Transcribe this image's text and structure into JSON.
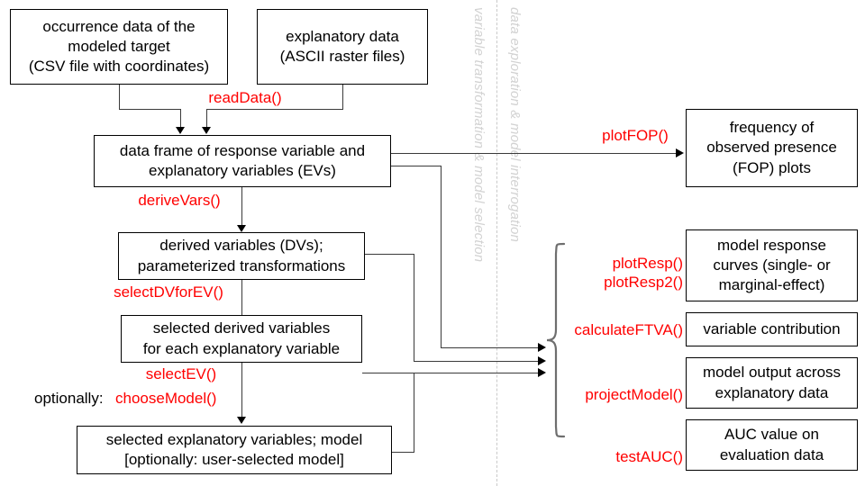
{
  "diagram": {
    "title": "MIAmaxent workflow flowchart",
    "accent_function_color": "#ff0000",
    "box_border_color": "#000000",
    "divider_color": "#c9c9c9",
    "rotated_label_color": "#d2d2d2"
  },
  "boxes": {
    "occurrence_data": "occurrence data of the\nmodeled target\n(CSV file with coordinates)",
    "explanatory_data": "explanatory data\n(ASCII raster files)",
    "data_frame": "data frame of response variable and\nexplanatory variables (EVs)",
    "derived_variables": "derived variables (DVs);\nparameterized transformations",
    "selected_dvs": "selected derived variables\nfor each explanatory variable",
    "selected_evs": "selected explanatory variables; model\n[optionally: user-selected model]",
    "fop_plots": "frequency of\nobserved presence\n(FOP) plots",
    "response_curves": "model response\ncurves (single- or\nmarginal-effect)",
    "variable_contribution": "variable contribution",
    "model_output": "model output across\nexplanatory data",
    "auc_value": "AUC value on\nevaluation data"
  },
  "functions": {
    "read_data": "readData()",
    "derive_vars": "deriveVars()",
    "select_dv_for_ev": "selectDVforEV()",
    "select_ev": "selectEV()",
    "choose_model_prefix": "optionally:",
    "choose_model": "chooseModel()",
    "plot_fop": "plotFOP()",
    "plot_resp": "plotResp()\nplotResp2()",
    "calculate_ftva": "calculateFTVA()",
    "project_model": "projectModel()",
    "test_auc": "testAUC()"
  },
  "annotations": {
    "left_column_label": "variable transformation  &  model selection",
    "right_column_label": "data exploration  &  model interrogation"
  }
}
